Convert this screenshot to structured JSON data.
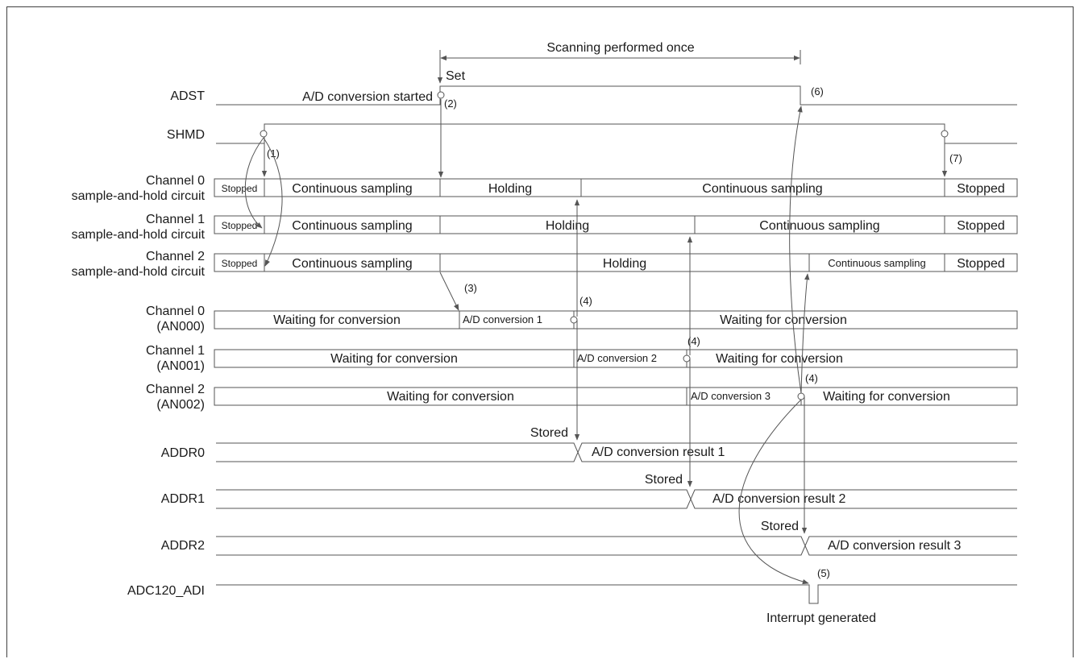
{
  "signals": {
    "adst": "ADST",
    "shmd": "SHMD",
    "ch0_sh": [
      "Channel 0",
      "sample-and-hold circuit"
    ],
    "ch1_sh": [
      "Channel 1",
      "sample-and-hold circuit"
    ],
    "ch2_sh": [
      "Channel 2",
      "sample-and-hold circuit"
    ],
    "ch0_an": [
      "Channel 0",
      "(AN000)"
    ],
    "ch1_an": [
      "Channel 1",
      "(AN001)"
    ],
    "ch2_an": [
      "Channel 2",
      "(AN002)"
    ],
    "addr0": "ADDR0",
    "addr1": "ADDR1",
    "addr2": "ADDR2",
    "adi": "ADC120_ADI"
  },
  "texts": {
    "scan_once": "Scanning performed once",
    "set": "Set",
    "conv_started": "A/D conversion started",
    "stopped": "Stopped",
    "cont_sampling": "Continuous sampling",
    "holding": "Holding",
    "waiting": "Waiting for conversion",
    "conv1": "A/D conversion 1",
    "conv2": "A/D conversion 2",
    "conv3": "A/D conversion 3",
    "stored": "Stored",
    "result1": "A/D conversion result 1",
    "result2": "A/D conversion result 2",
    "result3": "A/D conversion result 3",
    "interrupt": "Interrupt generated"
  },
  "markers": {
    "m1": "(1)",
    "m2": "(2)",
    "m3": "(3)",
    "m4": "(4)",
    "m5": "(5)",
    "m6": "(6)",
    "m7": "(7)"
  }
}
